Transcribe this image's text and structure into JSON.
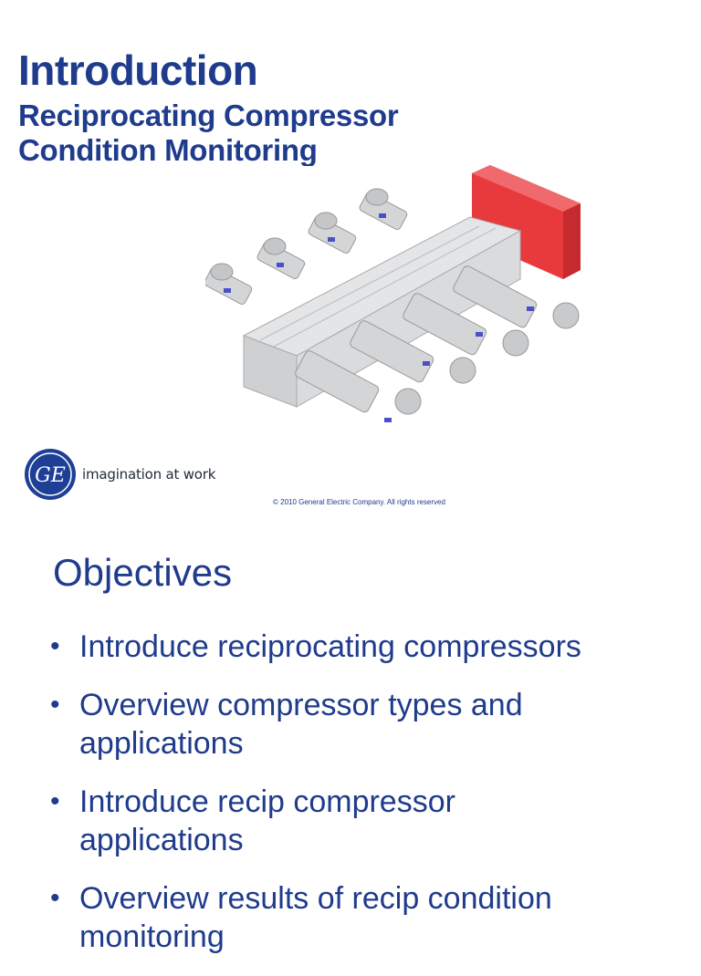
{
  "slide1": {
    "title": "Introduction",
    "subtitle_line1": "Reciprocating Compressor",
    "subtitle_line2": "Condition Monitoring",
    "logo_text": "GE",
    "tagline": "imagination at work",
    "copyright": "© 2010 General Electric Company.  All rights reserved"
  },
  "slide2": {
    "title": "Objectives",
    "bullets": [
      {
        "line1": "Introduce reciprocating compressors",
        "line2": ""
      },
      {
        "line1": "Overview compressor types and",
        "line2": "applications"
      },
      {
        "line1": "Introduce recip compressor",
        "line2": "applications"
      },
      {
        "line1": "Overview results of recip condition",
        "line2": "monitoring"
      }
    ]
  },
  "colors": {
    "title_blue": "#1f3b8c",
    "motor_red": "#e8393d",
    "machine_gray": "#d9dadc"
  }
}
